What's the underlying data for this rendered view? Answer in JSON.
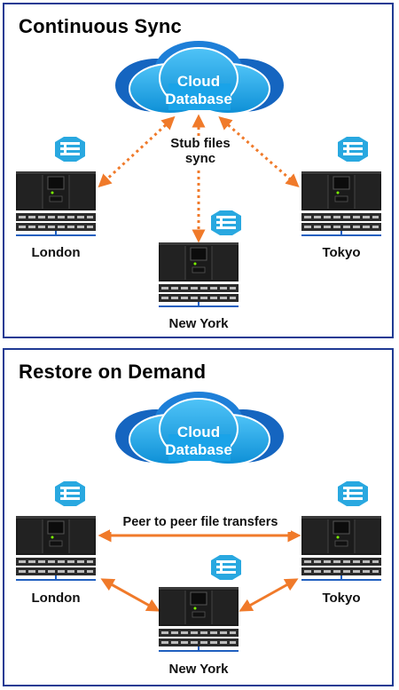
{
  "colors": {
    "border": "#1f3a93",
    "arrow": "#f07a2a",
    "cloud_dark": "#1565c0",
    "cloud_mid": "#2196f3",
    "cloud_light": "#29b6f6",
    "icon": "#29a8e0",
    "server_body": "#1b1b1b"
  },
  "panels": [
    {
      "title": "Continuous Sync",
      "cloud": {
        "line1": "Cloud",
        "line2": "Database",
        "icon": "cloud-icon"
      },
      "center_label_line1": "Stub files",
      "center_label_line2": "sync",
      "sites": {
        "left": "London",
        "right": "Tokyo",
        "bottom": "New York"
      }
    },
    {
      "title": "Restore on Demand",
      "cloud": {
        "line1": "Cloud",
        "line2": "Database",
        "icon": "cloud-icon"
      },
      "transfer_label": "Peer to peer file transfers",
      "sites": {
        "left": "London",
        "right": "Tokyo",
        "bottom": "New York"
      }
    }
  ]
}
